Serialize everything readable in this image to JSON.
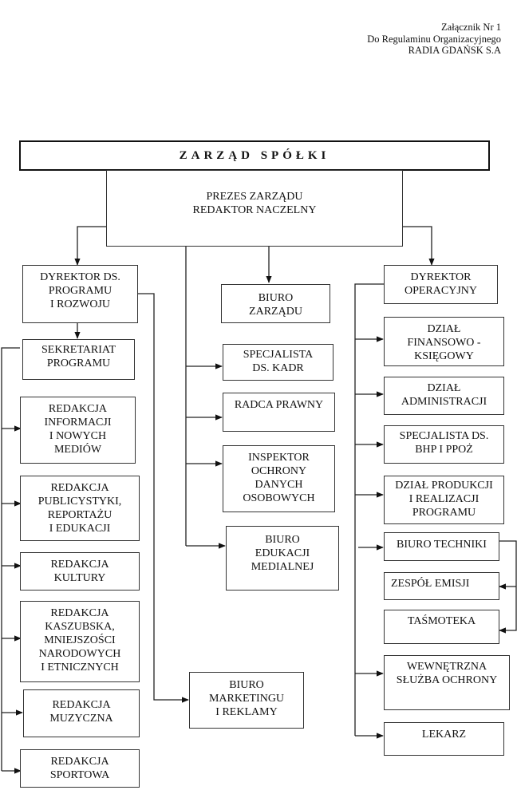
{
  "header": {
    "line1": "Załącznik Nr 1",
    "line2": "Do Regulaminu Organizacyjnego",
    "line3": "RADIA GDAŃSK S.A"
  },
  "top": {
    "board": "ZARZĄD SPÓŁKI",
    "president": "PREZES ZARZĄDU\nREDAKTOR NACZELNY"
  },
  "left": {
    "director": "DYREKTOR DS.\nPROGRAMU\nI ROZWOJU",
    "secretariat": "SEKRETARIAT\nPROGRAMU",
    "units": [
      "REDAKCJA\nINFORMACJI\nI NOWYCH\nMEDIÓW",
      "REDAKCJA\nPUBLICYSTYKI,\nREPORTAŻU\nI EDUKACJI",
      "REDAKCJA\nKULTURY",
      "REDAKCJA\nKASZUBSKA,\nMNIEJSZOŚCI\nNARODOWYCH\nI ETNICZNYCH",
      "REDAKCJA\nMUZYCZNA",
      "REDAKCJA\nSPORTOWA"
    ],
    "marketing": "BIURO\nMARKETINGU\nI REKLAMY"
  },
  "center": {
    "board_office": "BIURO\nZARZĄDU",
    "units": [
      "SPECJALISTA\nDS. KADR",
      "RADCA PRAWNY",
      "INSPEKTOR\nOCHRONY\nDANYCH\nOSOBOWYCH",
      "BIURO\nEDUKACJI\nMEDIALNEJ"
    ]
  },
  "right": {
    "director": "DYREKTOR\nOPERACYJNY",
    "units": [
      "DZIAŁ\nFINANSOWO -\nKSIĘGOWY",
      "DZIAŁ\nADMINISTRACJI",
      "SPECJALISTA DS.\nBHP I PPOŻ",
      "DZIAŁ PRODUKCJI\nI REALIZACJI\nPROGRAMU",
      "BIURO TECHNIKI",
      "ZESPÓŁ EMISJI",
      "TAŚMOTEKA",
      "WEWNĘTRZNA\nSŁUŻBA OCHRONY",
      "LEKARZ"
    ]
  }
}
